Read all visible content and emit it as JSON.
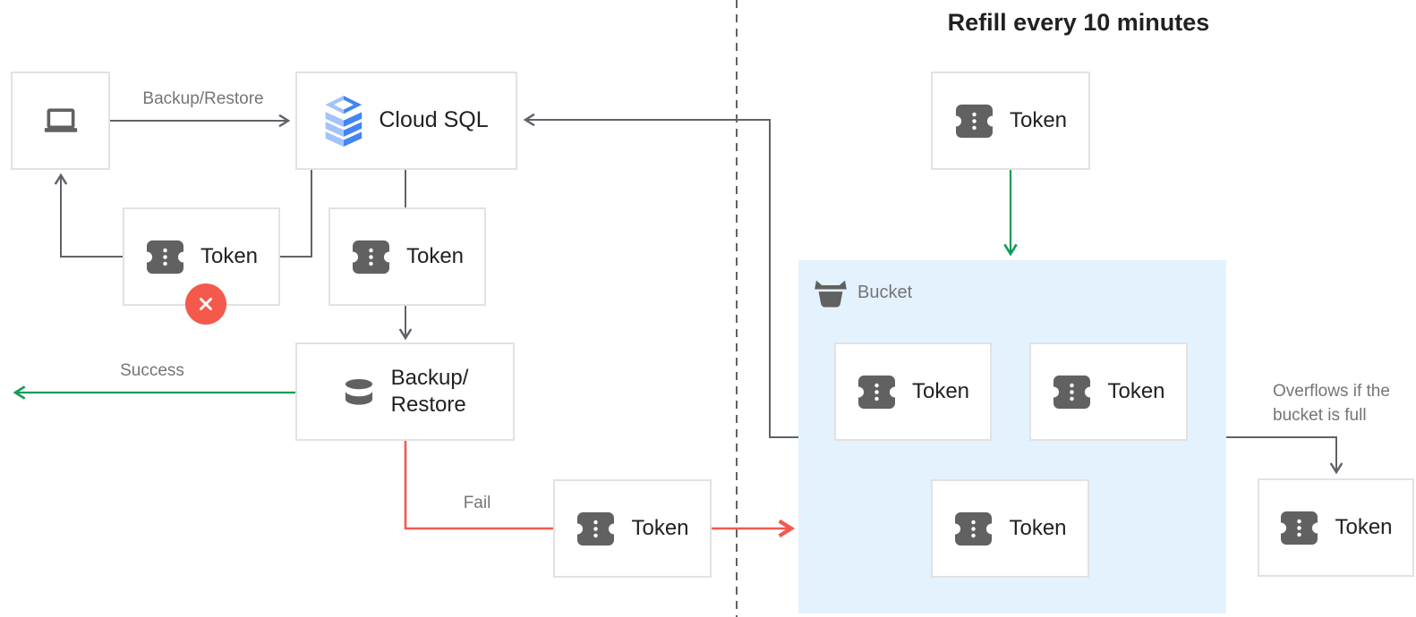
{
  "title": "Refill every 10 minutes",
  "nodes": {
    "client": {
      "icon": "laptop-icon"
    },
    "cloud_sql": {
      "label": "Cloud SQL",
      "icon": "cloud-sql-icon"
    },
    "backup_restore": {
      "label": "Backup/\nRestore",
      "icon": "database-icon"
    },
    "bucket": {
      "label": "Bucket",
      "icon": "bucket-icon"
    },
    "token_label": "Token",
    "token_icon": "token-icon",
    "error_icon": "error-x-icon"
  },
  "edge_labels": {
    "backup_restore": "Backup/Restore",
    "success": "Success",
    "fail": "Fail",
    "overflow": "Overflows if the\nbucket is full"
  },
  "colors": {
    "green": "#0f9d58",
    "red": "#f4594c",
    "line": "#5f6368",
    "border": "#e2e2e2",
    "bucket_fill": "#e3f2fd",
    "label": "#757575",
    "text": "#212121",
    "icon": "#616161",
    "blue": "#4285f4",
    "blue_light": "#a4c3fa"
  }
}
